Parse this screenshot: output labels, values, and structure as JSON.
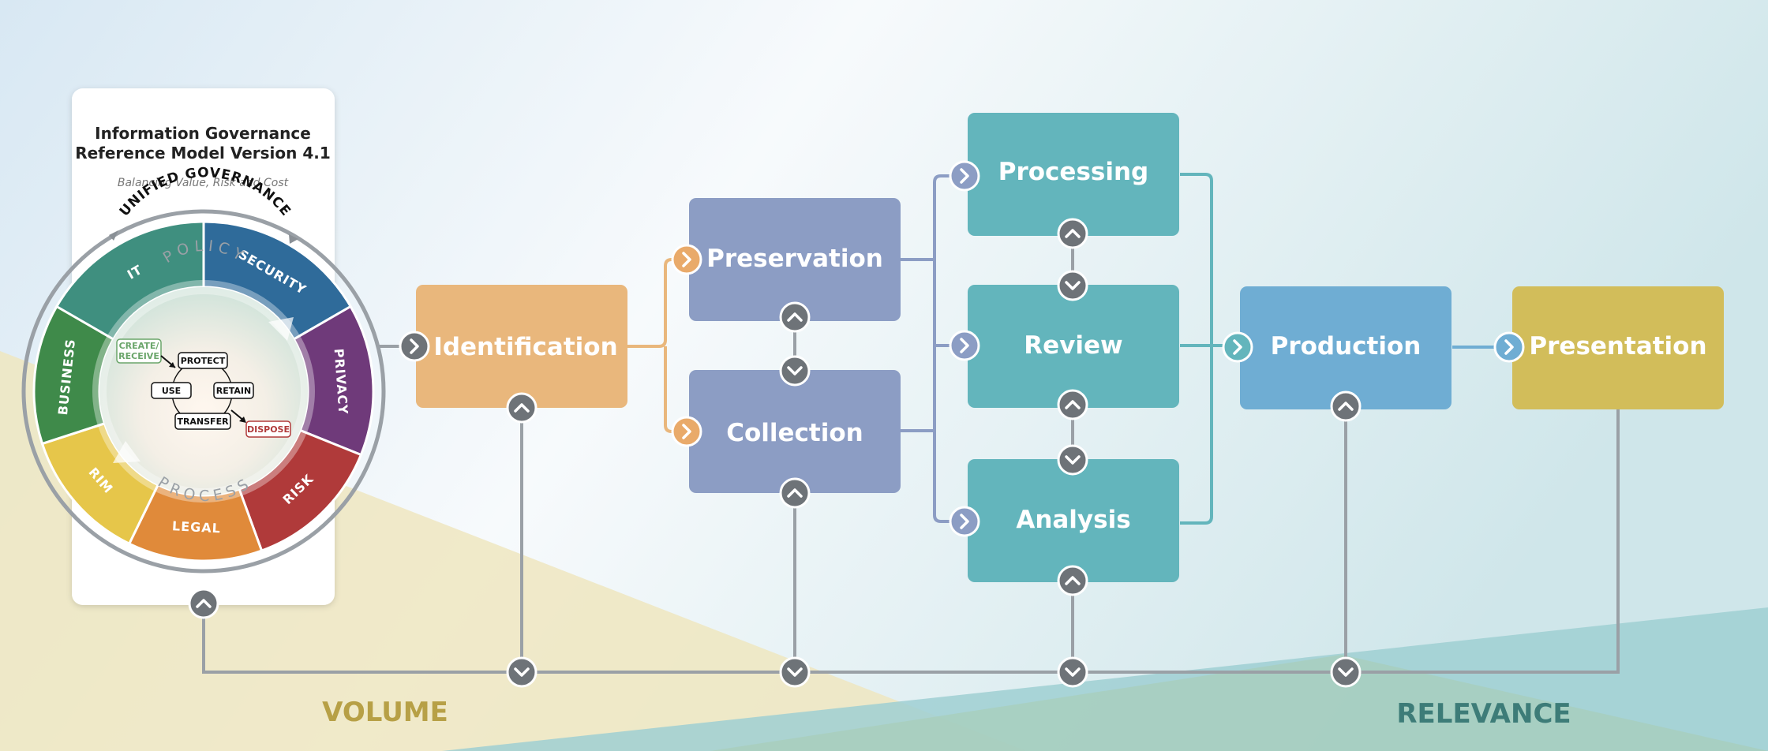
{
  "card": {
    "title_line1": "Information Governance",
    "title_line2": "Reference Model Version 4.1",
    "subtitle": "Balancing Value, Risk and Cost"
  },
  "wheel": {
    "ring_label": "UNIFIED GOVERNANCE",
    "inner_top": "POLICY",
    "inner_bottom": "PROCESS",
    "segments": [
      {
        "label": "SECURITY",
        "color": "#2f6b9a"
      },
      {
        "label": "PRIVACY",
        "color": "#6f3a7a"
      },
      {
        "label": "RISK",
        "color": "#b03a3a"
      },
      {
        "label": "LEGAL",
        "color": "#e08a3a"
      },
      {
        "label": "RIM",
        "color": "#e6c64a"
      },
      {
        "label": "BUSINESS",
        "color": "#3f8a4a"
      },
      {
        "label": "IT",
        "color": "#3f8f7f"
      }
    ],
    "lifecycle": {
      "create": "CREATE/",
      "receive": "RECEIVE",
      "protect": "PROTECT",
      "use": "USE",
      "retain": "RETAIN",
      "transfer": "TRANSFER",
      "dispose": "DISPOSE"
    }
  },
  "stages": {
    "identification": {
      "label": "Identification",
      "color": "#e9b77c"
    },
    "preservation": {
      "label": "Preservation",
      "color": "#8c9dc4"
    },
    "collection": {
      "label": "Collection",
      "color": "#8c9dc4"
    },
    "processing": {
      "label": "Processing",
      "color": "#63b5bc"
    },
    "review": {
      "label": "Review",
      "color": "#63b5bc"
    },
    "analysis": {
      "label": "Analysis",
      "color": "#63b5bc"
    },
    "production": {
      "label": "Production",
      "color": "#6fadd3"
    },
    "presentation": {
      "label": "Presentation",
      "color": "#d2bd5a"
    }
  },
  "axis": {
    "volume": "VOLUME",
    "relevance": "RELEVANCE"
  },
  "colors": {
    "connector_gray": "#9aa0a6",
    "node_gray": "#6e7378",
    "volume_text": "#b7a046",
    "relevance_text": "#3d7c78"
  }
}
